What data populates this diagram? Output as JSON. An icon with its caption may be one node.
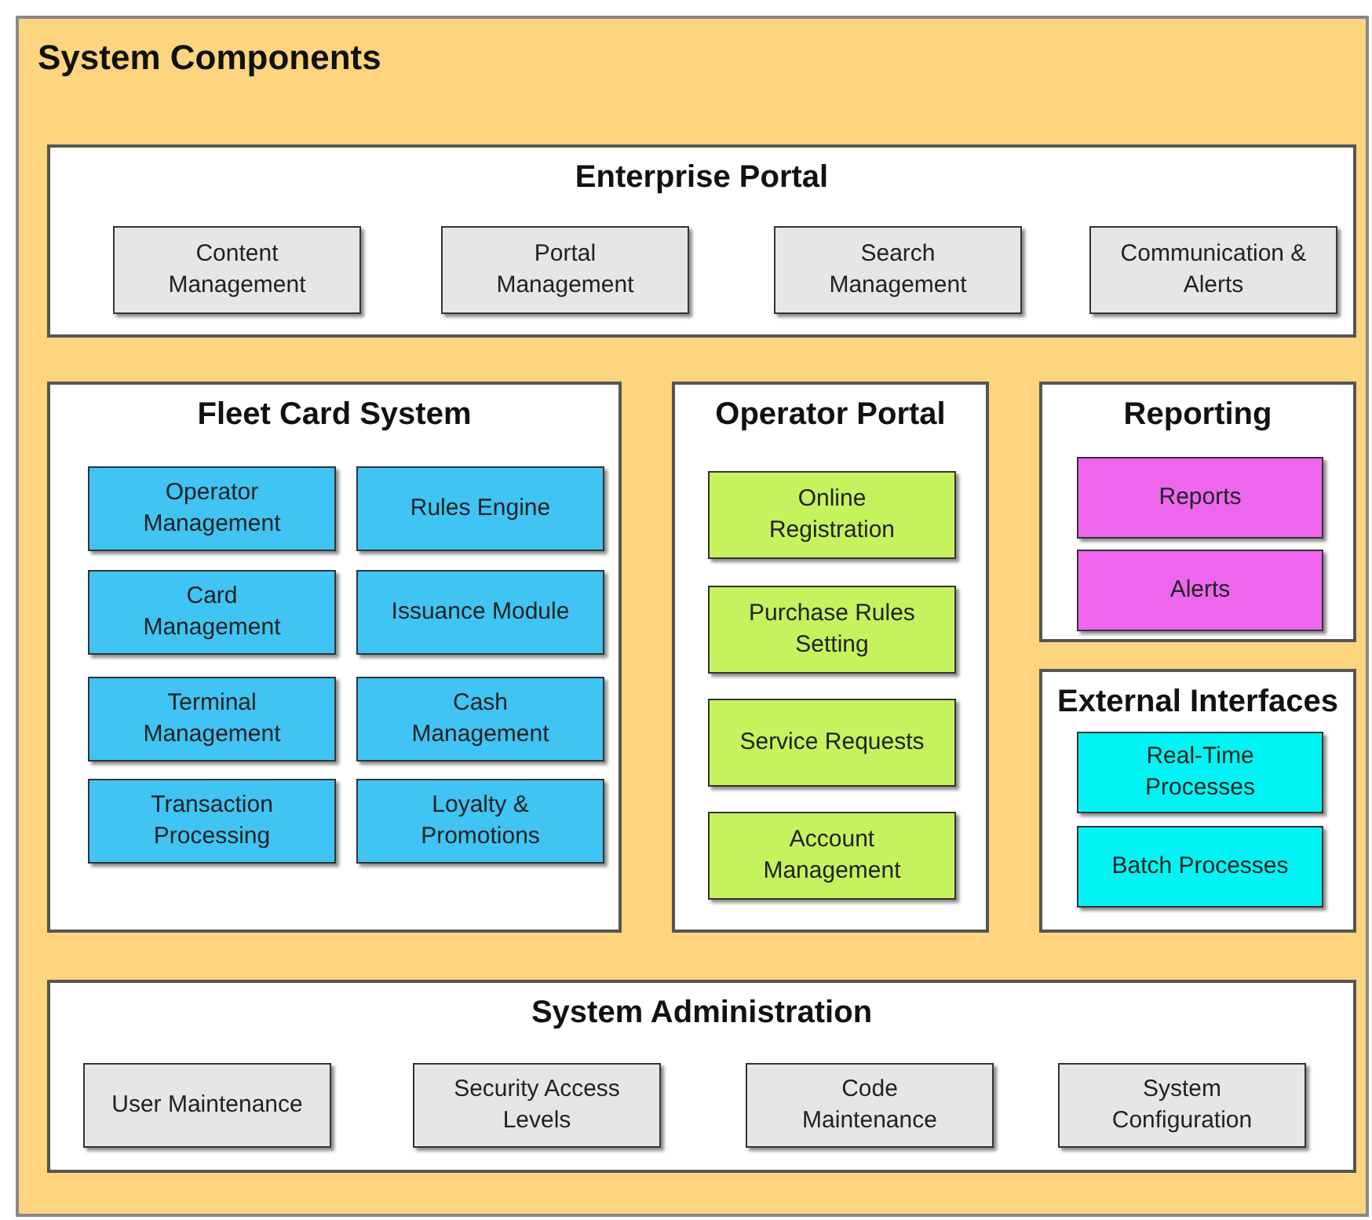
{
  "diagram": {
    "nodes": [
      {
        "text": [
          "System Components"
        ]
      },
      {
        "text": [
          "Enterprise Portal"
        ],
        "in": 0
      },
      {
        "text": [
          "Content Management"
        ],
        "in": 1
      },
      {
        "text": [
          "Portal Management"
        ],
        "in": 1
      },
      {
        "text": [
          "Search Management"
        ],
        "in": 1
      },
      {
        "text": [
          "Communication & Alerts"
        ],
        "in": 1
      },
      {
        "text": [
          "Fleet Card System"
        ],
        "in": 0
      },
      {
        "text": [
          "Operator Management"
        ],
        "in": 6
      },
      {
        "text": [
          "Rules Engine"
        ],
        "in": 6
      },
      {
        "text": [
          "Card Management"
        ],
        "in": 6
      },
      {
        "text": [
          "Issuance Module"
        ],
        "in": 6
      },
      {
        "text": [
          "Terminal Management"
        ],
        "in": 6
      },
      {
        "text": [
          "Cash Management"
        ],
        "in": 6
      },
      {
        "text": [
          "Transaction Processing"
        ],
        "in": 6
      },
      {
        "text": [
          "Loyalty & Promotions"
        ],
        "in": 6
      },
      {
        "text": [
          "Operator Portal"
        ],
        "in": 0
      },
      {
        "text": [
          "Online Registration"
        ],
        "in": 15
      },
      {
        "text": [
          "Purchase Rules Setting"
        ],
        "in": 15
      },
      {
        "text": [
          "Service Requests"
        ],
        "in": 15
      },
      {
        "text": [
          "Account Management"
        ],
        "in": 15
      },
      {
        "text": [
          "Reporting"
        ],
        "in": 0
      },
      {
        "text": [
          "Reports"
        ],
        "in": 20
      },
      {
        "text": [
          "Alerts"
        ],
        "in": 20
      },
      {
        "text": [
          "External Interfaces"
        ],
        "in": 0
      },
      {
        "text": [
          "Real-Time Processes"
        ],
        "in": 23
      },
      {
        "text": [
          "Batch Processes"
        ],
        "in": 23
      },
      {
        "text": [
          "System Administration"
        ],
        "in": 0
      },
      {
        "text": [
          "User Maintenance"
        ],
        "in": 26
      },
      {
        "text": [
          "Security Access Levels"
        ],
        "in": 26
      },
      {
        "text": [
          "Code Maintenance"
        ],
        "in": 26
      },
      {
        "text": [
          "System Configuration"
        ],
        "in": 26
      }
    ]
  }
}
